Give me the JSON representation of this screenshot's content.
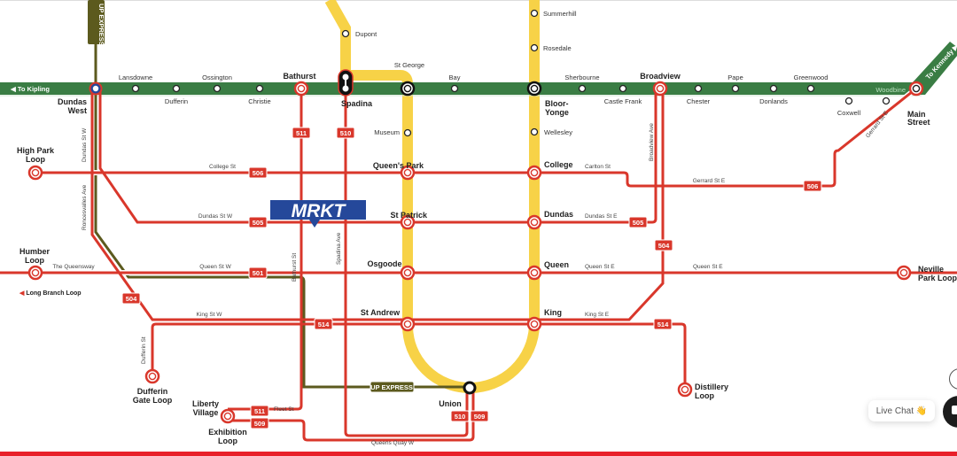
{
  "colors": {
    "subway_line2": "#3a7d44",
    "subway_line1": "#f7d247",
    "streetcar": "#d9372b",
    "up_express": "#5c5a1e",
    "logo": "#25489a",
    "bottom_bar": "#e8202a"
  },
  "lines": {
    "up_express": "UP EXPRESS",
    "to_kipling": "To Kipling",
    "to_kennedy": "To Kennedy",
    "long_branch": "Long Branch Loop"
  },
  "stations": {
    "dundas_west": [
      "Dundas",
      "West"
    ],
    "lansdowne": "Lansdowne",
    "dufferin": "Dufferin",
    "ossington": "Ossington",
    "christie": "Christie",
    "bathurst": "Bathurst",
    "spadina": "Spadina",
    "st_george": "St George",
    "bay": "Bay",
    "bloor_yonge": [
      "Bloor-",
      "Yonge"
    ],
    "sherbourne": "Sherbourne",
    "castle_frank": "Castle Frank",
    "broadview": "Broadview",
    "chester": "Chester",
    "pape": "Pape",
    "donlands": "Donlands",
    "greenwood": "Greenwood",
    "coxwell": "Coxwell",
    "woodbine": "Woodbine",
    "main_street": [
      "Main",
      "Street"
    ],
    "dupont": "Dupont",
    "museum": "Museum",
    "summerhill": "Summerhill",
    "rosedale": "Rosedale",
    "wellesley": "Wellesley",
    "queens_park": "Queen's Park",
    "st_patrick": "St Patrick",
    "osgoode": "Osgoode",
    "st_andrew": "St Andrew",
    "union": "Union",
    "college": "College",
    "dundas": "Dundas",
    "queen": "Queen",
    "king": "King",
    "high_park_loop": [
      "High Park",
      "Loop"
    ],
    "humber_loop": [
      "Humber",
      "Loop"
    ],
    "dufferin_gate_loop": [
      "Dufferin",
      "Gate Loop"
    ],
    "liberty_village": [
      "Liberty",
      "Village"
    ],
    "exhibition_loop": [
      "Exhibition",
      "Loop"
    ],
    "distillery_loop": [
      "Distillery",
      "Loop"
    ],
    "neville_park_loop": [
      "Neville",
      "Park Loop"
    ]
  },
  "streets": {
    "college_st": "College St",
    "dundas_st_w": "Dundas St W",
    "queen_st_w": "Queen St W",
    "king_st_w": "King St W",
    "the_queensway": "The Queensway",
    "dundas_st_w_vert": "Dundas St W",
    "roncesvalles": "Roncesvalles Ave",
    "bathurst_st": "Bathurst St",
    "spadina_ave": "Spadina Ave",
    "dufferin_st": "Dufferin St",
    "fleet_st": "Fleet St",
    "queens_quay_w": "Queens Quay W",
    "carlton_st": "Carlton St",
    "gerrard_st_e": "Gerrard St E",
    "gerrard_st_e_diag": "Gerrard St E",
    "dundas_st_e": "Dundas St E",
    "queen_st_e_1": "Queen St E",
    "queen_st_e_2": "Queen St E",
    "king_st_e": "King St E",
    "broadview_ave": "Broadview Ave"
  },
  "routes": {
    "r501": "501",
    "r504": "504",
    "r505": "505",
    "r506": "506",
    "r509": "509",
    "r510": "510",
    "r511": "511",
    "r514": "514"
  },
  "logo": "MRKT",
  "chat": {
    "label": "Live Chat 👋"
  }
}
